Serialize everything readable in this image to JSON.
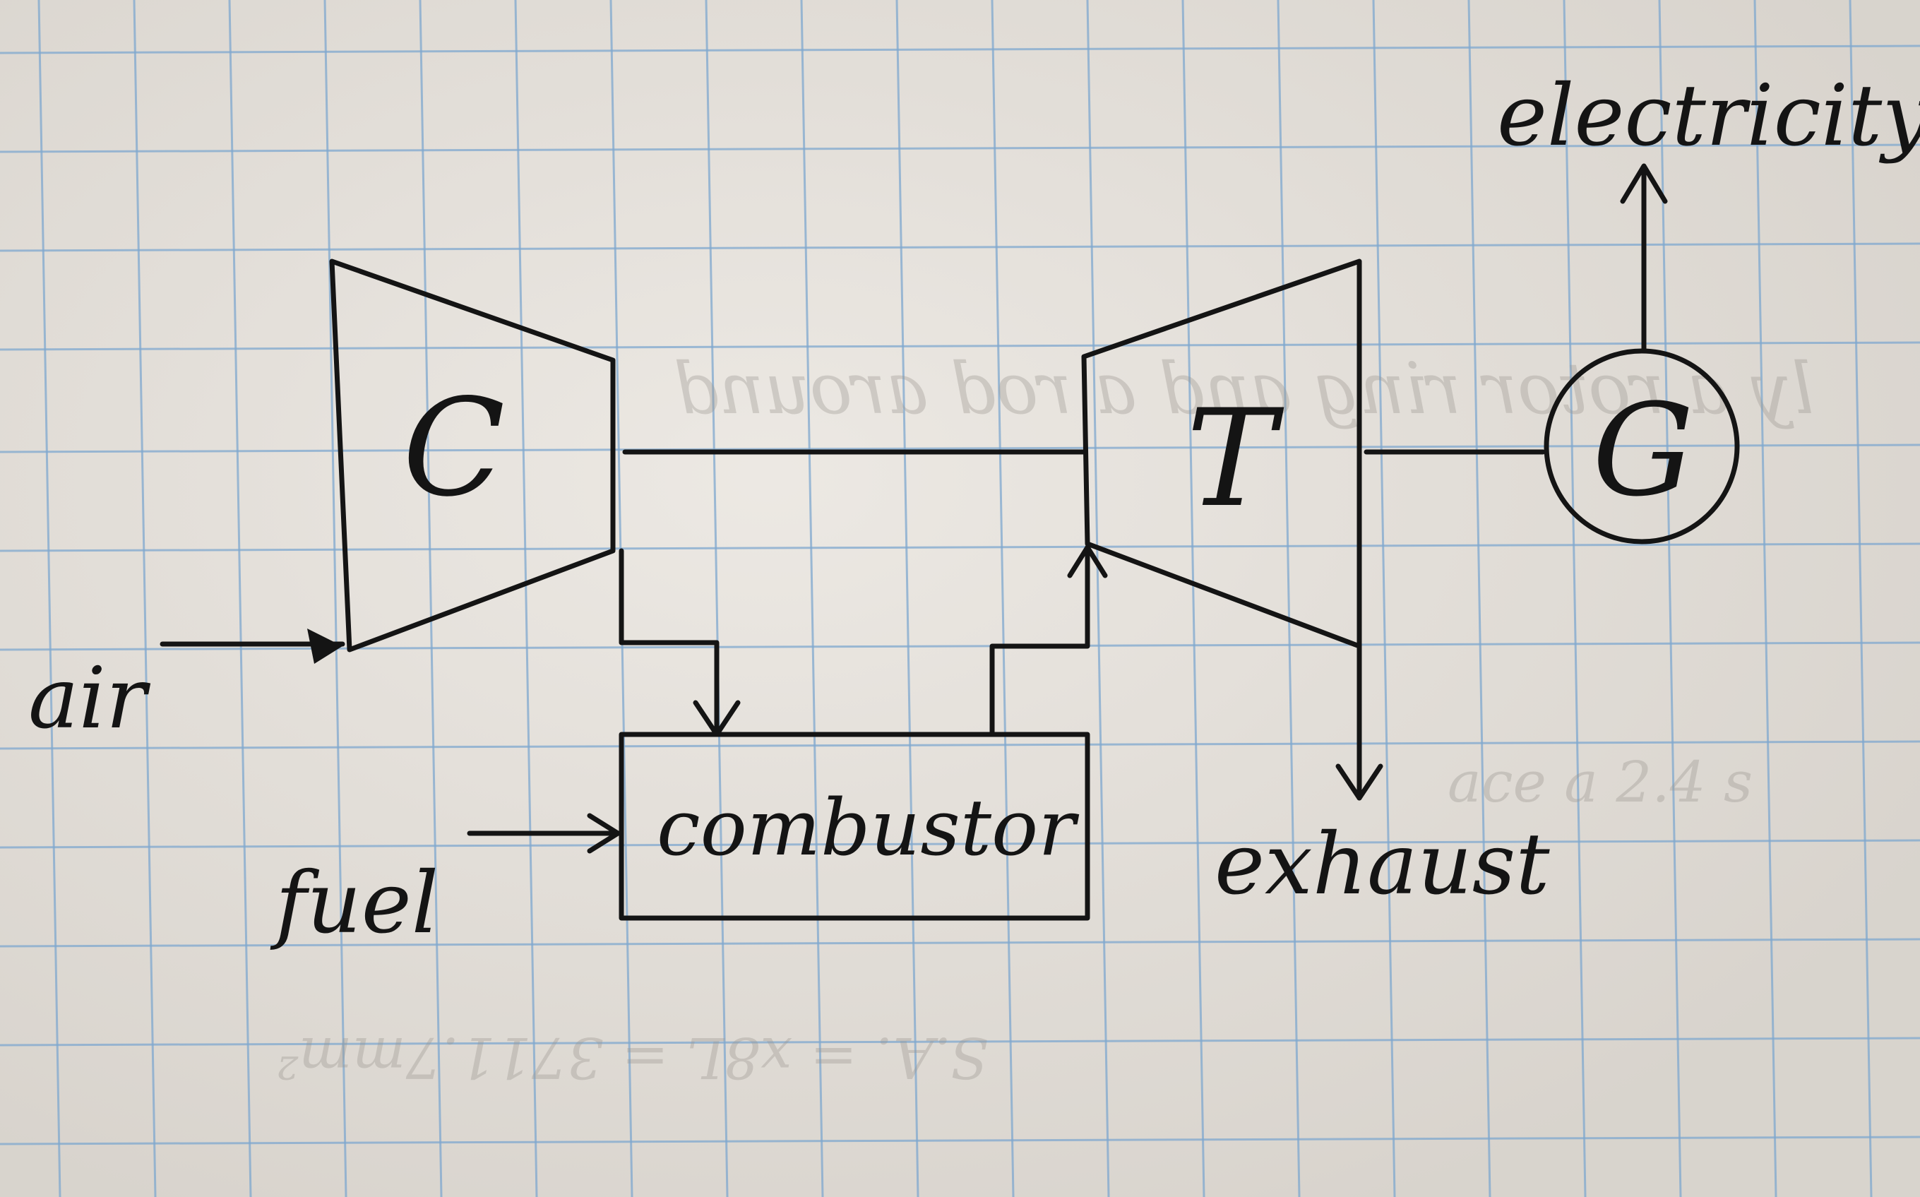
{
  "diagram": {
    "compressor_label": "C",
    "turbine_label": "T",
    "generator_label": "G",
    "combustor_label": "combustor",
    "air_label": "air",
    "fuel_label": "fuel",
    "exhaust_label": "exhaust",
    "electricity_label": "electricity"
  },
  "bleed_through": {
    "line1": "ly a rotor ring and a rod around",
    "line2": "ace a 2.4 s",
    "line3": "S.A. = x8L = 3711.7mm²"
  },
  "colors": {
    "paper": "#e6e1da",
    "grid": "#7fa8cf",
    "ink": "#141414"
  }
}
